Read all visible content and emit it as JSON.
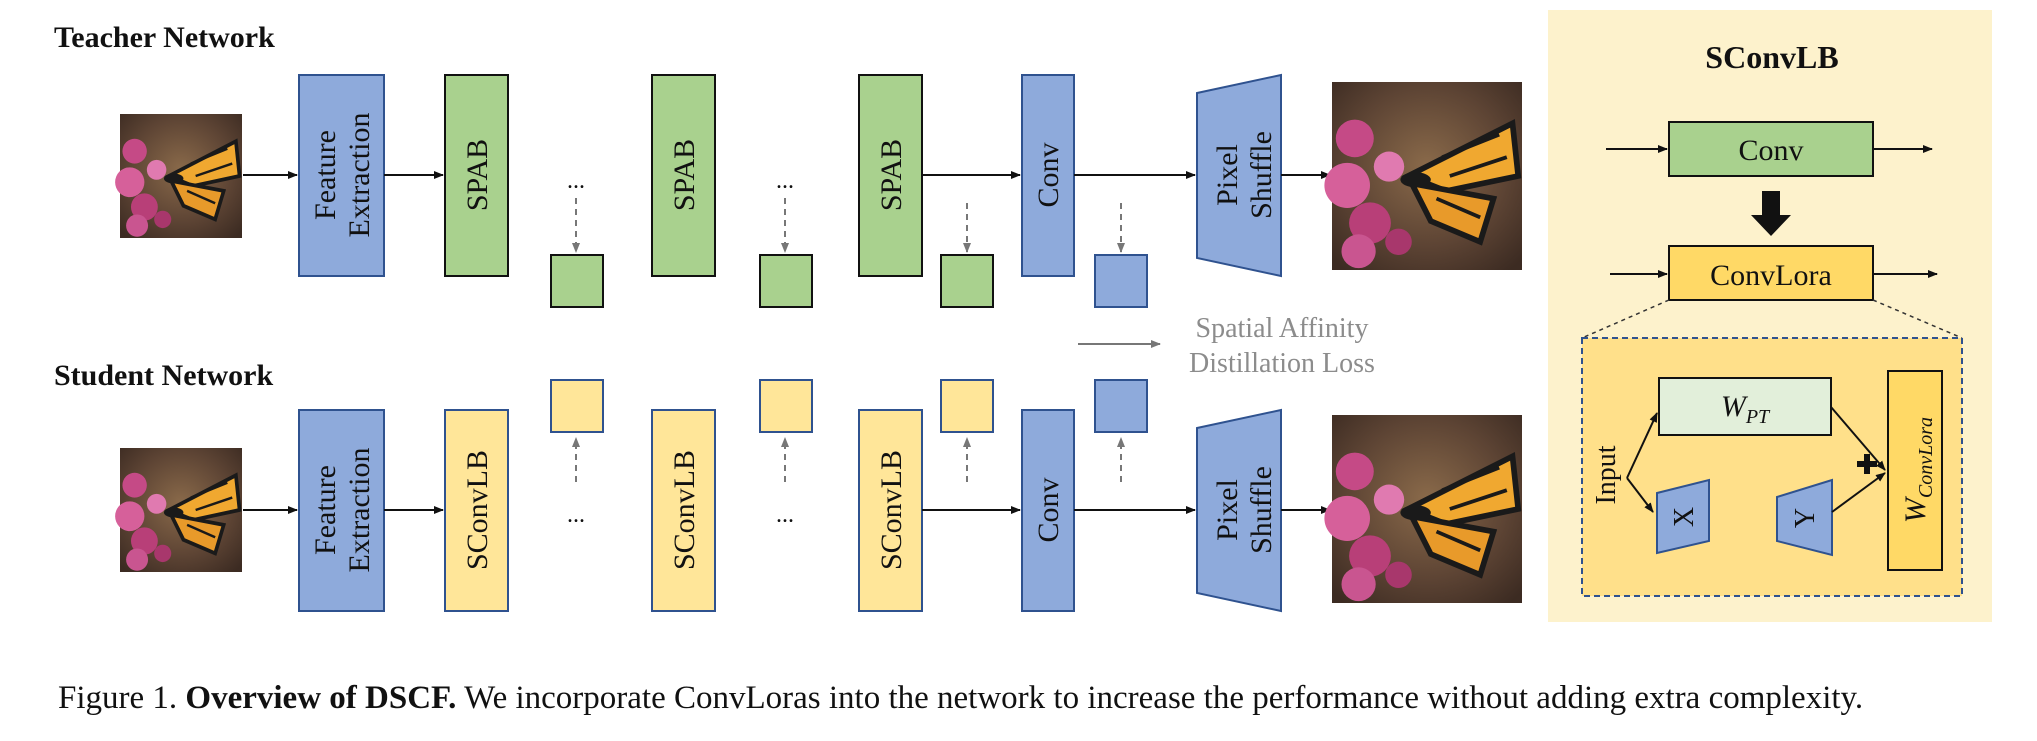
{
  "teacher_title": "Teacher Network",
  "student_title": "Student Network",
  "blocks": {
    "feature_extraction_line1": "Feature",
    "feature_extraction_line2": "Extraction",
    "spab": "SPAB",
    "sconvlb": "SConvLB",
    "conv": "Conv",
    "pixel_shuffle_line1": "Pixel",
    "pixel_shuffle_line2": "Shuffle",
    "ellipsis": "..."
  },
  "loss_legend_line1": "Spatial Affinity",
  "loss_legend_line2": "Distillation Loss",
  "sconvlb_panel": {
    "title": "SConvLB",
    "conv": "Conv",
    "convlora": "ConvLora",
    "input": "Input",
    "w_pt": "W",
    "w_pt_sub": "PT",
    "x": "X",
    "y": "Y",
    "w_convlora": "W",
    "w_convlora_sub": "ConvLora",
    "plus": "+"
  },
  "caption": {
    "prefix": "Figure 1.",
    "bold": "Overview of DSCF.",
    "rest": "We incorporate ConvLoras into the network to increase the performance without adding extra complexity."
  },
  "colors": {
    "blue": "#8eaadb",
    "green": "#a9d18e",
    "yellow": "#ffe699",
    "panel_bg": "#fdf2cc",
    "inner_panel": "#ffe08a",
    "convlora": "#ffd966",
    "wpt_fill": "#e2efda",
    "gray_text": "#8c8c8c"
  },
  "icons": [
    "butterfly-image",
    "arrow-icon",
    "dashed-arrow-icon",
    "block-arrow-down-icon",
    "plus-icon"
  ]
}
